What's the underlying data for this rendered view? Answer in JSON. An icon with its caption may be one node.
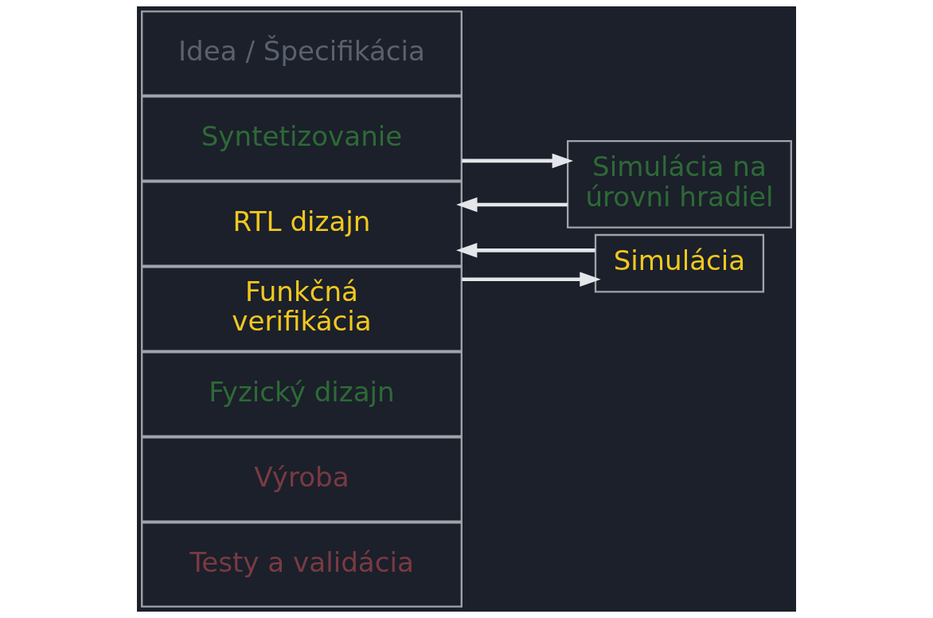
{
  "diagram": {
    "nodes": [
      {
        "text": [
          "Idea / Špecifikácia"
        ]
      },
      {
        "text": [
          "RTL dizajn"
        ]
      },
      {
        "text": [
          "Funkčná verifikácia"
        ]
      },
      {
        "text": [
          "Syntetizovanie"
        ]
      },
      {
        "text": [
          "Fyzický dizajn"
        ]
      },
      {
        "text": [
          "Výroba"
        ]
      },
      {
        "text": [
          "Testy a validácia"
        ]
      },
      {
        "text": [
          "Simulácia"
        ]
      },
      {
        "text": [
          "Simulácia na úrovni hradiel"
        ]
      }
    ],
    "edges": [
      {
        "from": 2,
        "to": 7,
        "arrow": "to"
      },
      {
        "from": 7,
        "to": 1,
        "arrow": "to"
      },
      {
        "from": 3,
        "to": 8,
        "arrow": "to"
      },
      {
        "from": 8,
        "to": 1,
        "arrow": "to"
      }
    ]
  }
}
